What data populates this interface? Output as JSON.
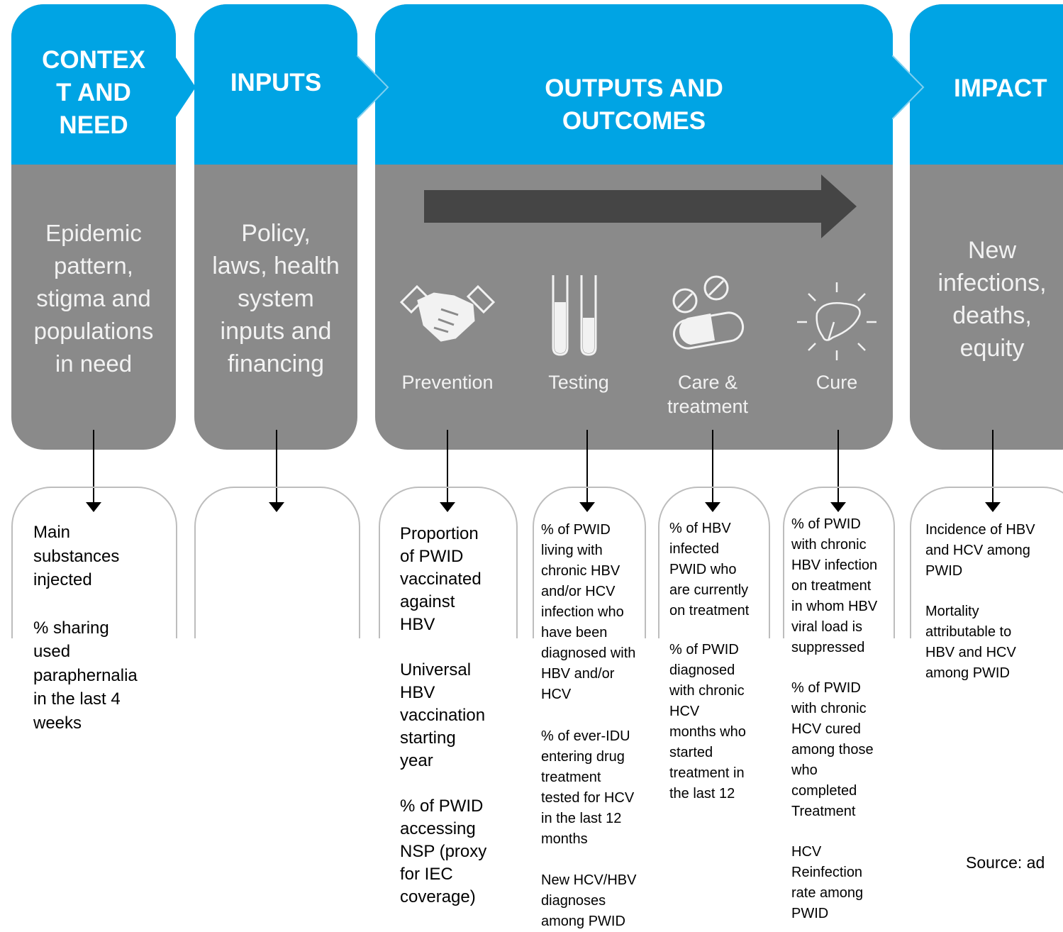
{
  "columns": {
    "context": {
      "title": "CONTEX\nT AND\nNEED",
      "body": "Epidemic\npattern,\nstigma and\npopulations\nin need"
    },
    "inputs": {
      "title": "INPUTS",
      "body": "Policy,\nlaws, health\nsystem\ninputs and\nfinancing"
    },
    "outputs": {
      "title": "OUTPUTS AND\nOUTCOMES"
    },
    "impact": {
      "title": "IMPACT",
      "body": "New\ninfections,\ndeaths,\nequity"
    }
  },
  "stages": {
    "prevention": "Prevention",
    "testing": "Testing",
    "care": "Care &\ntreatment",
    "cure": "Cure"
  },
  "indicators": {
    "context": [
      "Main\nsubstances\ninjected",
      "% sharing\nused\nparaphernalia\nin the last 4\nweeks"
    ],
    "prevention": [
      "Proportion\nof PWID\nvaccinated\nagainst\nHBV",
      "Universal\nHBV\nvaccination\nstarting\nyear",
      "% of PWID\naccessing\nNSP (proxy\nfor IEC\ncoverage)"
    ],
    "testing": [
      "% of PWID\nliving with\nchronic HBV\nand/or HCV\ninfection who\nhave been\ndiagnosed with\nHBV and/or\nHCV",
      " % of ever-IDU\nentering drug\ntreatment\ntested for HCV\nin the last 12\nmonths",
      "New HCV/HBV\ndiagnoses\namong PWID"
    ],
    "care": [
      "% of HBV\ninfected\nPWID who\nare currently\non treatment",
      "% of PWID\ndiagnosed\nwith chronic\nHCV\nmonths who\nstarted\ntreatment in\nthe last 12"
    ],
    "cure": [
      "% of PWID\nwith chronic\nHBV infection\non treatment\nin whom HBV\nviral load is\nsuppressed",
      "% of PWID\nwith chronic\nHCV cured\namong those\nwho\ncompleted\nTreatment",
      "HCV\nReinfection\nrate among\nPWID"
    ],
    "impact": [
      "Incidence of HBV\nand HCV among\nPWID",
      "Mortality\nattributable to\nHBV and HCV\namong PWID"
    ]
  },
  "source": "Source: ad",
  "colors": {
    "header_blue": "#00a4e4",
    "panel_grey": "#8a8a8a",
    "arrow_dark": "#454545"
  }
}
